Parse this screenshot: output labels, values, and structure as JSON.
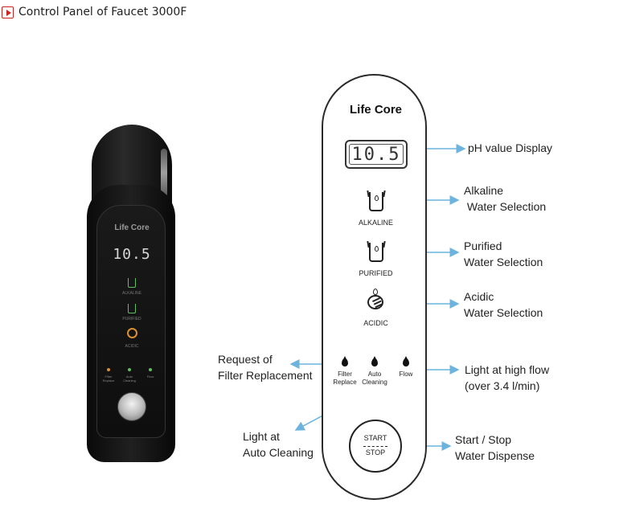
{
  "page": {
    "title": "Control Panel of Faucet 3000F"
  },
  "faucet_photo": {
    "brand": "Life Core",
    "display": "10.5",
    "labels": {
      "alkaline": "ALKALINE",
      "purified": "PURIFIED",
      "acidic": "ACIDIC",
      "filter": "Filter\nReplace",
      "auto": "Auto\nCleaning",
      "flow": "Flow"
    }
  },
  "panel": {
    "brand": "Life Core",
    "display": "10.5",
    "alkaline_label": "ALKALINE",
    "purified_label": "PURIFIED",
    "acidic_label": "ACIDIC",
    "filter_label": "Filter\nReplace",
    "auto_label": "Auto\nCleaning",
    "flow_label": "Flow",
    "start_label": "START",
    "stop_label": "STOP"
  },
  "callouts": {
    "ph_display": "pH value Display",
    "alkaline": "Alkaline\n Water Selection",
    "purified": "Purified\nWater Selection",
    "acidic": "Acidic\nWater Selection",
    "filter": "Request of\nFilter Replacement",
    "high_flow": "Light at high flow\n(over 3.4 l/min)",
    "auto_cleaning": "Light at\nAuto Cleaning",
    "start_stop": "Start / Stop\nWater Dispense"
  },
  "colors": {
    "arrow": "#6cb4de",
    "title_icon": "#cc2222",
    "faucet_green": "#5fbf5f",
    "faucet_orange": "#d89030"
  }
}
